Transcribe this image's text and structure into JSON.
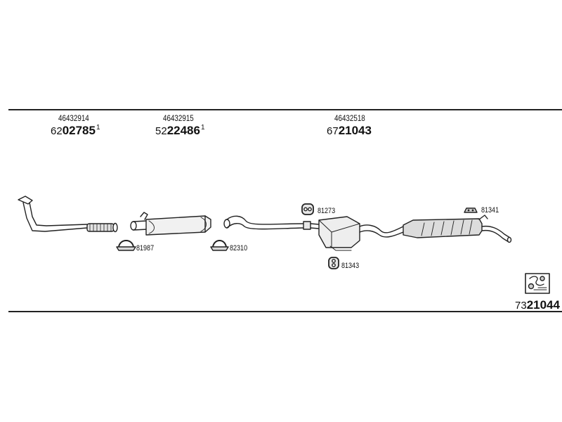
{
  "groups": [
    {
      "oe_number": "46432914",
      "prefix": "62",
      "number": "02785",
      "mark": "1"
    },
    {
      "oe_number": "46432915",
      "prefix": "52",
      "number": "22486",
      "mark": "1"
    },
    {
      "oe_number": "46432518",
      "prefix": "67",
      "number": "21043",
      "mark": ""
    }
  ],
  "accessories": {
    "clamp_1": "81987",
    "clamp_2": "82310",
    "hanger_top": "81273",
    "hanger_bottom": "81343",
    "rubber_rear": "81341"
  },
  "kit": {
    "prefix": "73",
    "number": "21044"
  },
  "colors": {
    "line": "#222222",
    "part_fill": "#d9d9d9"
  }
}
